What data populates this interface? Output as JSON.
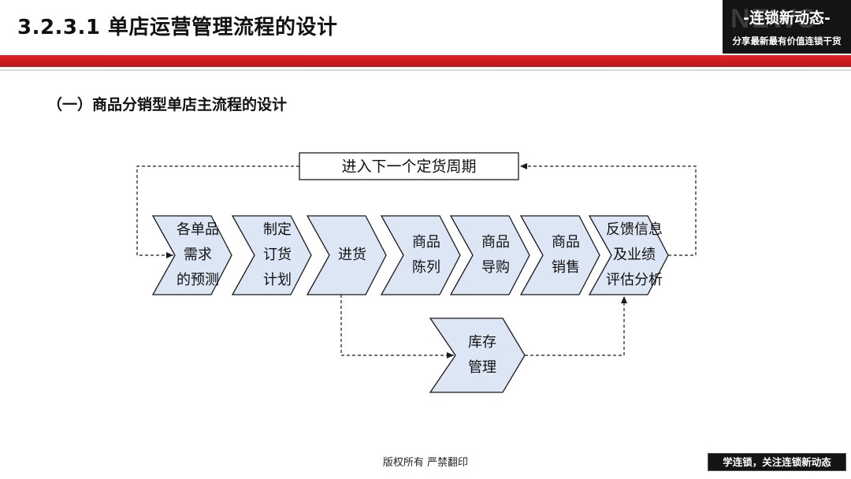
{
  "header": {
    "title": "3.2.3.1  单店运营管理流程的设计"
  },
  "brand": {
    "background_word": "NEWS",
    "name": "连锁新动态",
    "slogan": "分享最新最有价值连锁干货"
  },
  "subtitle": "（一）商品分销型单店主流程的设计",
  "diagram": {
    "loop_box": "进入下一个定货周期",
    "steps": [
      {
        "id": "step-demand",
        "lines": [
          "各单品",
          "需求",
          "的预测"
        ]
      },
      {
        "id": "step-order-plan",
        "lines": [
          "制定",
          "订货",
          "计划"
        ]
      },
      {
        "id": "step-purchase",
        "lines": [
          "进货"
        ]
      },
      {
        "id": "step-display",
        "lines": [
          "商品",
          "陈列"
        ]
      },
      {
        "id": "step-guide",
        "lines": [
          "商品",
          "导购"
        ]
      },
      {
        "id": "step-sales",
        "lines": [
          "商品",
          "销售"
        ]
      },
      {
        "id": "step-feedback",
        "lines": [
          "反馈信息",
          "及业绩",
          "评估分析"
        ]
      }
    ],
    "inventory": {
      "id": "step-inventory",
      "lines": [
        "库存",
        "管理"
      ]
    },
    "colors": {
      "fill": "#dde6f4",
      "stroke": "#1a1a1a"
    }
  },
  "footer": {
    "copyright": "版权所有  严禁翻印",
    "badge": "学连锁，关注连锁新动态"
  }
}
